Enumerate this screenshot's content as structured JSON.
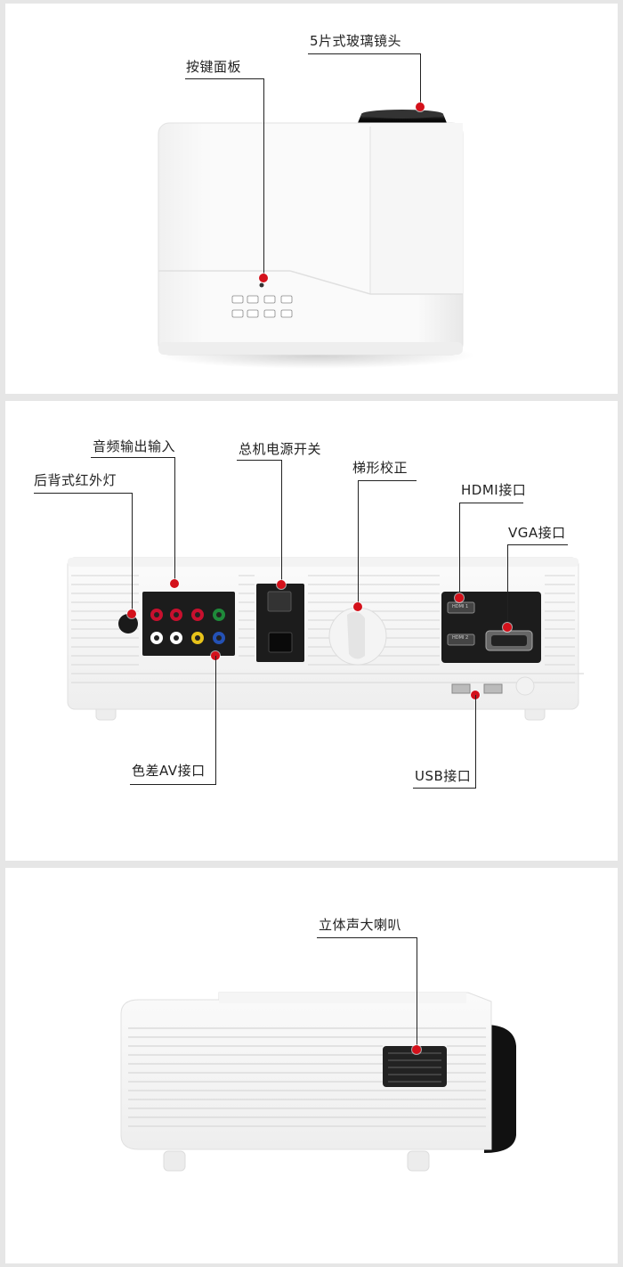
{
  "views": [
    {
      "name": "top-view",
      "callouts": {
        "lens": "5片式玻璃镜头",
        "button_panel": "按键面板"
      }
    },
    {
      "name": "rear-view",
      "callouts": {
        "ir": "后背式红外灯",
        "audio": "音频输出输入",
        "power": "总机电源开关",
        "keystone": "梯形校正",
        "hdmi": "HDMI接口",
        "vga": "VGA接口",
        "av": "色差AV接口",
        "usb": "USB接口"
      },
      "port_labels": {
        "hdmi1": "HDMI 1",
        "hdmi2": "HDMI 2"
      }
    },
    {
      "name": "side-view",
      "callouts": {
        "speaker": "立体声大喇叭"
      }
    }
  ],
  "colors": {
    "callout_dot": "#d4111b",
    "body": "#ffffff",
    "port_panel": "#1c1c1c"
  }
}
